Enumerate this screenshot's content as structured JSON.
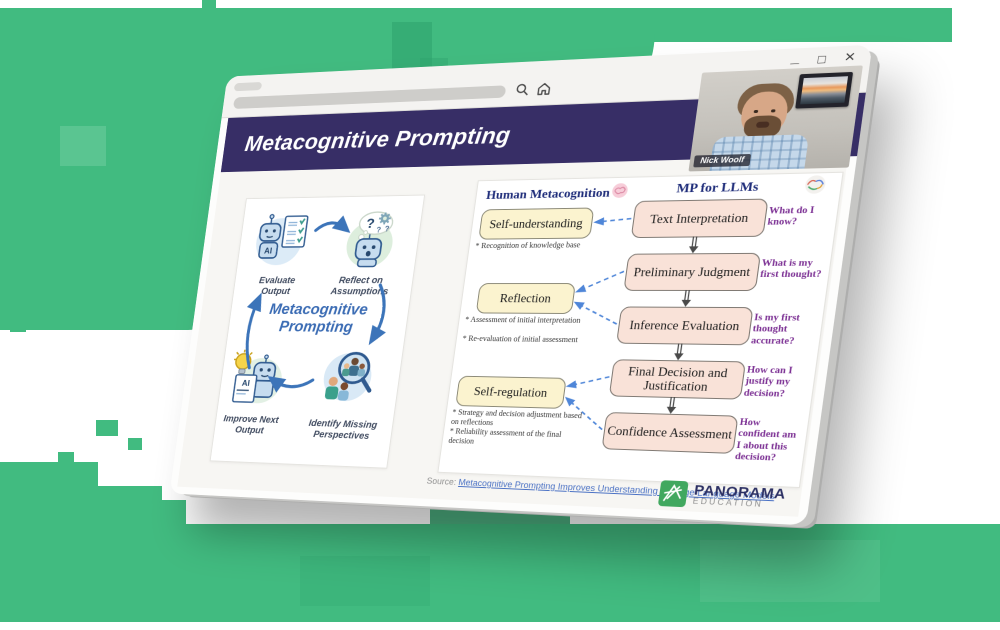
{
  "chrome": {
    "controls": {
      "minimize": "_",
      "maximize": "□",
      "close": "×"
    },
    "icons": {
      "search": "search-icon",
      "home": "home-icon",
      "tab": "tab-pill",
      "address_bar": "address-bar"
    }
  },
  "header": {
    "title": "Metacognitive Prompting"
  },
  "webcam": {
    "name": "Nick Woolf"
  },
  "cycle": {
    "center": "Metacognitive Prompting",
    "ai_badge": "AI",
    "steps": [
      {
        "label": "Evaluate Output"
      },
      {
        "label": "Reflect on Assumptions"
      },
      {
        "label": "Identify Missing Perspectives"
      },
      {
        "label": "Improve Next Output"
      }
    ]
  },
  "flow": {
    "human_header": "Human Metacognition",
    "llm_header": "MP for LLMs",
    "human": [
      {
        "label": "Self-understanding",
        "notes": [
          "* Recognition of knowledge base"
        ]
      },
      {
        "label": "Reflection",
        "notes": [
          "* Assessment of initial interpretation",
          "* Re-evaluation of initial assessment"
        ]
      },
      {
        "label": "Self-regulation",
        "notes": [
          "* Strategy and decision adjustment based on reflections",
          "* Reliability assessment of the final decision"
        ]
      }
    ],
    "llm": [
      {
        "label": "Text Interpretation",
        "question": "What do I know?"
      },
      {
        "label": "Preliminary Judgment",
        "question": "What is my first thought?"
      },
      {
        "label": "Inference Evaluation",
        "question": "Is my first thought accurate?"
      },
      {
        "label": "Final Decision and Justification",
        "question": "How can I justify my decision?"
      },
      {
        "label": "Confidence Assessment",
        "question": "How confident am I about this decision?"
      }
    ]
  },
  "source": {
    "prefix": "Source:",
    "link_text": "Metacognitive Prompting Improves Understanding in Large Language Models"
  },
  "logo": {
    "title": "PANORAMA",
    "subtitle": "EDUCATION"
  },
  "colors": {
    "background_green": "#41bb80",
    "background_green_dark": "#2ea36b",
    "header_indigo": "#372e66",
    "question_purple": "#7b2f93",
    "link_blue": "#4a71c4",
    "arrow_blue": "#3c74b9",
    "cycle_text_blue": "#3b6cb4",
    "human_box_fill": "#fbf3cf",
    "llm_box_fill": "#f9e2d8",
    "logo_green": "#41a85f",
    "navy": "#1f2d7a"
  }
}
